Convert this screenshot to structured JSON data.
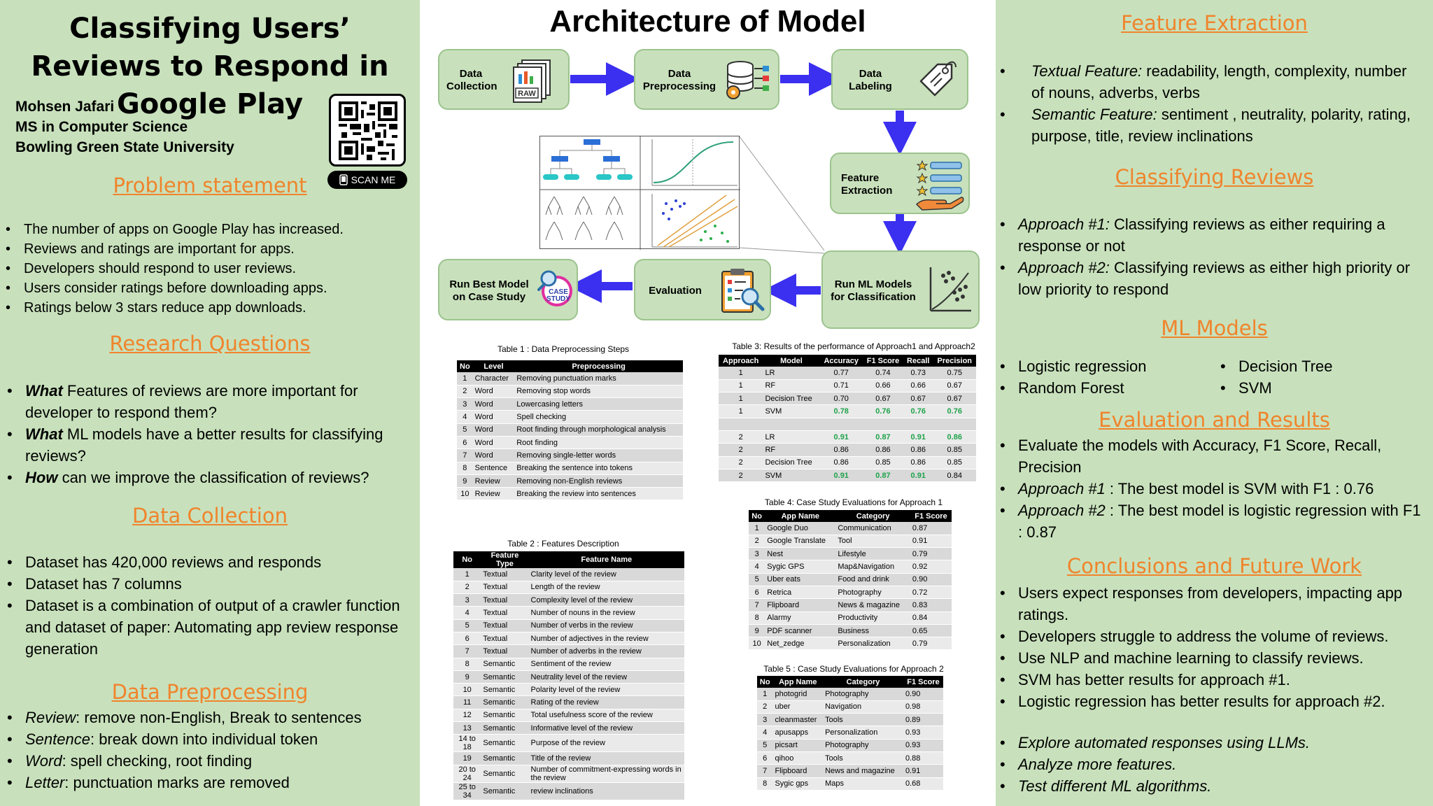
{
  "title": "Classifying Users’ Reviews to Respond in Google Play",
  "author": {
    "name": "Mohsen Jafari",
    "degree": "MS in Computer Science",
    "university": "Bowling Green State University"
  },
  "qr": {
    "scan_label": "SCAN ME"
  },
  "problem": {
    "heading": "Problem statement",
    "items": [
      "The number of apps on Google Play has increased.",
      "Reviews and ratings are important for apps.",
      "Developers should respond to user reviews.",
      "Users consider ratings before downloading apps.",
      "Ratings below 3 stars reduce app downloads."
    ]
  },
  "research": {
    "heading": "Research Questions",
    "items": [
      {
        "lead": "What",
        "rest": " Features of reviews are more important for developer to respond them?"
      },
      {
        "lead": "What",
        "rest": " ML models have a better results for classifying reviews?"
      },
      {
        "lead": "How",
        "rest": " can we improve the classification of reviews?"
      }
    ]
  },
  "collection": {
    "heading": "Data Collection",
    "items": [
      "Dataset has 420,000 reviews and responds",
      "Dataset has 7 columns",
      "Dataset is a combination of output of a crawler function and dataset of paper: Automating app review response generation"
    ]
  },
  "preprocessing": {
    "heading": "Data Preprocessing",
    "items": [
      {
        "lead": "Review",
        "rest": ": remove non-English, Break to sentences"
      },
      {
        "lead": "Sentence",
        "rest": ": break down into individual token"
      },
      {
        "lead": "Word",
        "rest": ": spell checking, root finding"
      },
      {
        "lead": "Letter",
        "rest": ": punctuation marks are removed"
      }
    ]
  },
  "architecture": {
    "title": "Architecture of Model",
    "nodes": {
      "collection": "Data\nCollection",
      "preprocessing": "Data\nPreprocessing",
      "labeling": "Data\nLabeling",
      "extraction": "Feature\nExtraction",
      "run_ml": "Run ML Models\nfor Classification",
      "evaluation": "Evaluation",
      "best": "Run Best Model\non Case Study"
    },
    "icon_texts": {
      "raw": "RAW",
      "case": "CASE",
      "study": "STUDY"
    }
  },
  "table1": {
    "caption": "Table 1 : Data Preprocessing Steps",
    "headers": [
      "No",
      "Level",
      "Preprocessing"
    ],
    "rows": [
      [
        "1",
        "Character",
        "Removing punctuation marks"
      ],
      [
        "2",
        "Word",
        "Removing stop words"
      ],
      [
        "3",
        "Word",
        "Lowercasing letters"
      ],
      [
        "4",
        "Word",
        "Spell checking"
      ],
      [
        "5",
        "Word",
        "Root finding through morphological analysis"
      ],
      [
        "6",
        "Word",
        "Root finding"
      ],
      [
        "7",
        "Word",
        "Removing single-letter words"
      ],
      [
        "8",
        "Sentence",
        "Breaking the sentence into tokens"
      ],
      [
        "9",
        "Review",
        "Removing non-English reviews"
      ],
      [
        "10",
        "Review",
        "Breaking the review into sentences"
      ]
    ]
  },
  "table2": {
    "caption": "Table 2 : Features Description",
    "headers": [
      "No",
      "Feature Type",
      "Feature Name"
    ],
    "rows": [
      [
        "1",
        "Textual",
        "Clarity level of the review"
      ],
      [
        "2",
        "Textual",
        "Length of the review"
      ],
      [
        "3",
        "Textual",
        "Complexity level of the review"
      ],
      [
        "4",
        "Textual",
        "Number of nouns in the review"
      ],
      [
        "5",
        "Textual",
        "Number of verbs in the review"
      ],
      [
        "6",
        "Textual",
        "Number of adjectives in the review"
      ],
      [
        "7",
        "Textual",
        "Number of adverbs in the review"
      ],
      [
        "8",
        "Semantic",
        "Sentiment of the review"
      ],
      [
        "9",
        "Semantic",
        "Neutrality level of the review"
      ],
      [
        "10",
        "Semantic",
        "Polarity level of the review"
      ],
      [
        "11",
        "Semantic",
        "Rating of the review"
      ],
      [
        "12",
        "Semantic",
        "Total usefulness score of the review"
      ],
      [
        "13",
        "Semantic",
        "Informative level of the review"
      ],
      [
        "14 to 18",
        "Semantic",
        "Purpose of the review"
      ],
      [
        "19",
        "Semantic",
        "Title of the review"
      ],
      [
        "20 to 24",
        "Semantic",
        "Number of commitment-expressing words in the review"
      ],
      [
        "25 to 34",
        "Semantic",
        "review inclinations"
      ]
    ]
  },
  "table3": {
    "caption": "Table 3: Results of the performance of Approach1 and Approach2",
    "headers": [
      "Approach",
      "Model",
      "Accuracy",
      "F1 Score",
      "Recall",
      "Precision"
    ],
    "rows": [
      [
        "1",
        "LR",
        "0.77",
        "0.74",
        "0.73",
        "0.75"
      ],
      [
        "1",
        "RF",
        "0.71",
        "0.66",
        "0.66",
        "0.67"
      ],
      [
        "1",
        "Decision Tree",
        "0.70",
        "0.67",
        "0.67",
        "0.67"
      ],
      [
        "1",
        "SVM",
        "0.78",
        "0.76",
        "0.76",
        "0.76"
      ],
      [
        "",
        "",
        "",
        "",
        "",
        ""
      ],
      [
        "2",
        "LR",
        "0.91",
        "0.87",
        "0.91",
        "0.86"
      ],
      [
        "2",
        "RF",
        "0.86",
        "0.86",
        "0.86",
        "0.85"
      ],
      [
        "2",
        "Decision Tree",
        "0.86",
        "0.85",
        "0.86",
        "0.85"
      ],
      [
        "2",
        "SVM",
        "0.91",
        "0.87",
        "0.91",
        "0.84"
      ]
    ]
  },
  "table4": {
    "caption": "Table 4: Case Study Evaluations for Approach 1",
    "headers": [
      "No",
      "App Name",
      "Category",
      "F1 Score"
    ],
    "rows": [
      [
        "1",
        "Google Duo",
        "Communication",
        "0.87"
      ],
      [
        "2",
        "Google Translate",
        "Tool",
        "0.91"
      ],
      [
        "3",
        "Nest",
        "Lifestyle",
        "0.79"
      ],
      [
        "4",
        "Sygic GPS",
        "Map&Navigation",
        "0.92"
      ],
      [
        "5",
        "Uber eats",
        "Food and drink",
        "0.90"
      ],
      [
        "6",
        "Retrica",
        "Photography",
        "0.72"
      ],
      [
        "7",
        "Flipboard",
        "News & magazine",
        "0.83"
      ],
      [
        "8",
        "Alarmy",
        "Productivity",
        "0.84"
      ],
      [
        "9",
        "PDF scanner",
        "Business",
        "0.65"
      ],
      [
        "10",
        "Net_zedge",
        "Personalization",
        "0.79"
      ]
    ]
  },
  "table5": {
    "caption": "Table 5 : Case Study Evaluations for Approach 2",
    "headers": [
      "No",
      "App Name",
      "Category",
      "F1 Score"
    ],
    "rows": [
      [
        "1",
        "photogrid",
        "Photography",
        "0.90"
      ],
      [
        "2",
        "uber",
        "Navigation",
        "0.98"
      ],
      [
        "3",
        "cleanmaster",
        "Tools",
        "0.89"
      ],
      [
        "4",
        "apusapps",
        "Personalization",
        "0.93"
      ],
      [
        "5",
        "picsart",
        "Photography",
        "0.93"
      ],
      [
        "6",
        "qihoo",
        "Tools",
        "0.88"
      ],
      [
        "7",
        "Flipboard",
        "News and magazine",
        "0.91"
      ],
      [
        "8",
        "Sygic gps",
        "Maps",
        "0.68"
      ]
    ]
  },
  "features": {
    "heading": "Feature Extraction",
    "items": [
      {
        "lead": "Textual Feature:",
        "rest": " readability, length, complexity, number of nouns, adverbs, verbs"
      },
      {
        "lead": "Semantic Feature:",
        "rest": " sentiment , neutrality, polarity, rating, purpose, title, review inclinations"
      }
    ]
  },
  "classifying": {
    "heading": "Classifying Reviews",
    "items": [
      {
        "lead": "Approach #1:",
        "rest": " Classifying reviews as either requiring a response or not"
      },
      {
        "lead": "Approach #2:",
        "rest": " Classifying reviews as either high priority or low priority to respond"
      }
    ]
  },
  "models": {
    "heading": "ML Models",
    "left": [
      "Logistic regression",
      "Random Forest"
    ],
    "right": [
      "Decision Tree",
      "SVM"
    ]
  },
  "evaluation": {
    "heading": "Evaluation and Results",
    "intro": "Evaluate the models with Accuracy, F1 Score, Recall, Precision",
    "items": [
      {
        "lead": "Approach #1",
        "rest": " : The best model is SVM with F1 : 0.76"
      },
      {
        "lead": "Approach #2",
        "rest": " : The best model is logistic regression with F1 : 0.87"
      }
    ]
  },
  "conclusions": {
    "heading": "Conclusions and Future Work",
    "items": [
      "Users expect responses from developers, impacting app ratings.",
      "Developers struggle to address the volume of reviews.",
      "Use NLP and machine learning to classify reviews.",
      "SVM has better results for approach #1.",
      "Logistic regression has better results for approach #2."
    ],
    "future": [
      "Explore automated responses using LLMs.",
      "Analyze more features.",
      "Test different ML algorithms."
    ]
  },
  "colors": {
    "background_green": "#c8e1bc",
    "heading_orange": "#f0842c",
    "arrow_blue": "#3b2ff0",
    "highlight_green": "#1fa34a"
  }
}
